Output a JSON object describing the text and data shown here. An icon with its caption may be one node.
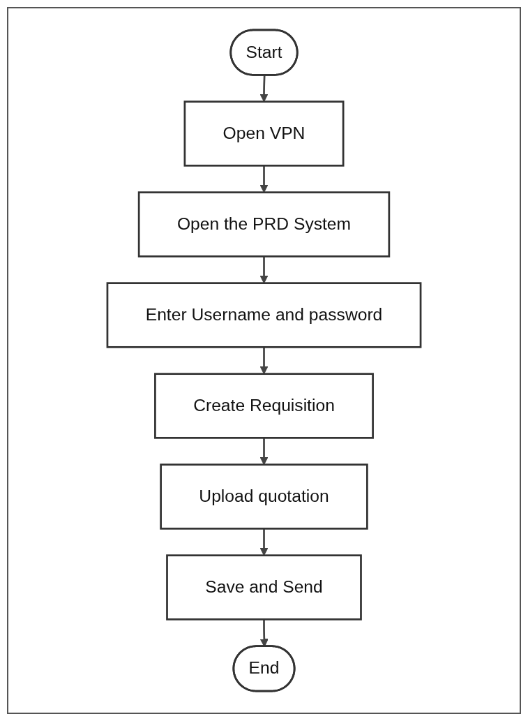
{
  "diagram": {
    "nodes": [
      {
        "text": [
          "Start"
        ]
      },
      {
        "text": [
          "Open VPN"
        ]
      },
      {
        "text": [
          "Open the PRD System"
        ]
      },
      {
        "text": [
          "Enter Username and password"
        ]
      },
      {
        "text": [
          "Create Requisition"
        ]
      },
      {
        "text": [
          "Upload quotation"
        ]
      },
      {
        "text": [
          "Save and Send"
        ]
      },
      {
        "text": [
          "End"
        ]
      }
    ],
    "edges": [
      {
        "from": 0,
        "to": 1,
        "arrow": "to"
      },
      {
        "from": 1,
        "to": 2,
        "arrow": "to"
      },
      {
        "from": 2,
        "to": 3,
        "arrow": "to"
      },
      {
        "from": 3,
        "to": 4,
        "arrow": "to"
      },
      {
        "from": 4,
        "to": 5,
        "arrow": "to"
      },
      {
        "from": 5,
        "to": 6,
        "arrow": "to"
      },
      {
        "from": 6,
        "to": 7,
        "arrow": "to"
      }
    ]
  }
}
